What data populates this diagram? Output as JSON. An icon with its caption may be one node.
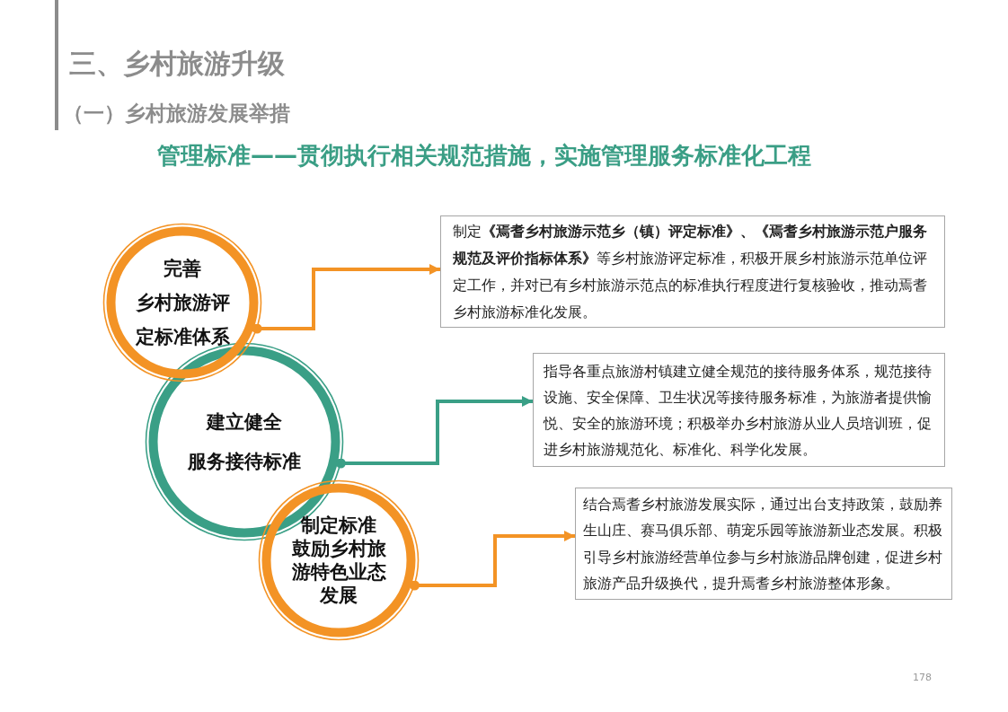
{
  "diagram": {
    "title": "三、乡村旅游升级",
    "nodes": [
      {
        "text": [
          "完善",
          "乡村旅游评定标准体系"
        ]
      },
      {
        "text": [
          "建立健全",
          "服务接待标准"
        ]
      },
      {
        "text": [
          "制定标准",
          "鼓励乡村旅游特色业态发展"
        ]
      },
      {
        "text": [
          "制定**《焉耆乡村旅游示范乡（镇）评定标准》、《焉耆乡村旅游示范户服务规范及评价指标体系》**等乡村旅游评定标准，积极开展乡村旅游示范单位评定工作，并对已有乡村旅游示范点的标准执行程度进行复核验收，推动焉耆乡村旅游标准化发展。"
        ]
      },
      {
        "text": [
          "指导各重点旅游村镇建立健全规范的接待服务体系，规范接待设施、安全保障、卫生状况等接待服务标准，为旅游者提供愉悦、安全的旅游环境；积极举办乡村旅游从业人员培训班，促进乡村旅游规范化、标准化、科学化发展。"
        ]
      },
      {
        "text": [
          "结合焉耆乡村旅游发展实际，通过出台支持政策，鼓励养生山庄、赛马俱乐部、萌宠乐园等旅游新业态发展。积极引导乡村旅游经营单位参与乡村旅游品牌创建，促进乡村旅游产品升级换代，提升焉耆乡村旅游整体形象。"
        ]
      }
    ],
    "edges": [
      {
        "from": 0,
        "to": 3,
        "arrow": "to"
      },
      {
        "from": 1,
        "to": 4,
        "arrow": "to",
        "color": "#3a9f86"
      },
      {
        "from": 2,
        "to": 5,
        "arrow": "to"
      }
    ],
    "labels": [
      "（一）乡村旅游发展举措",
      "管理标准——贯彻执行相关规范措施，实施管理服务标准化工程",
      "178"
    ]
  }
}
